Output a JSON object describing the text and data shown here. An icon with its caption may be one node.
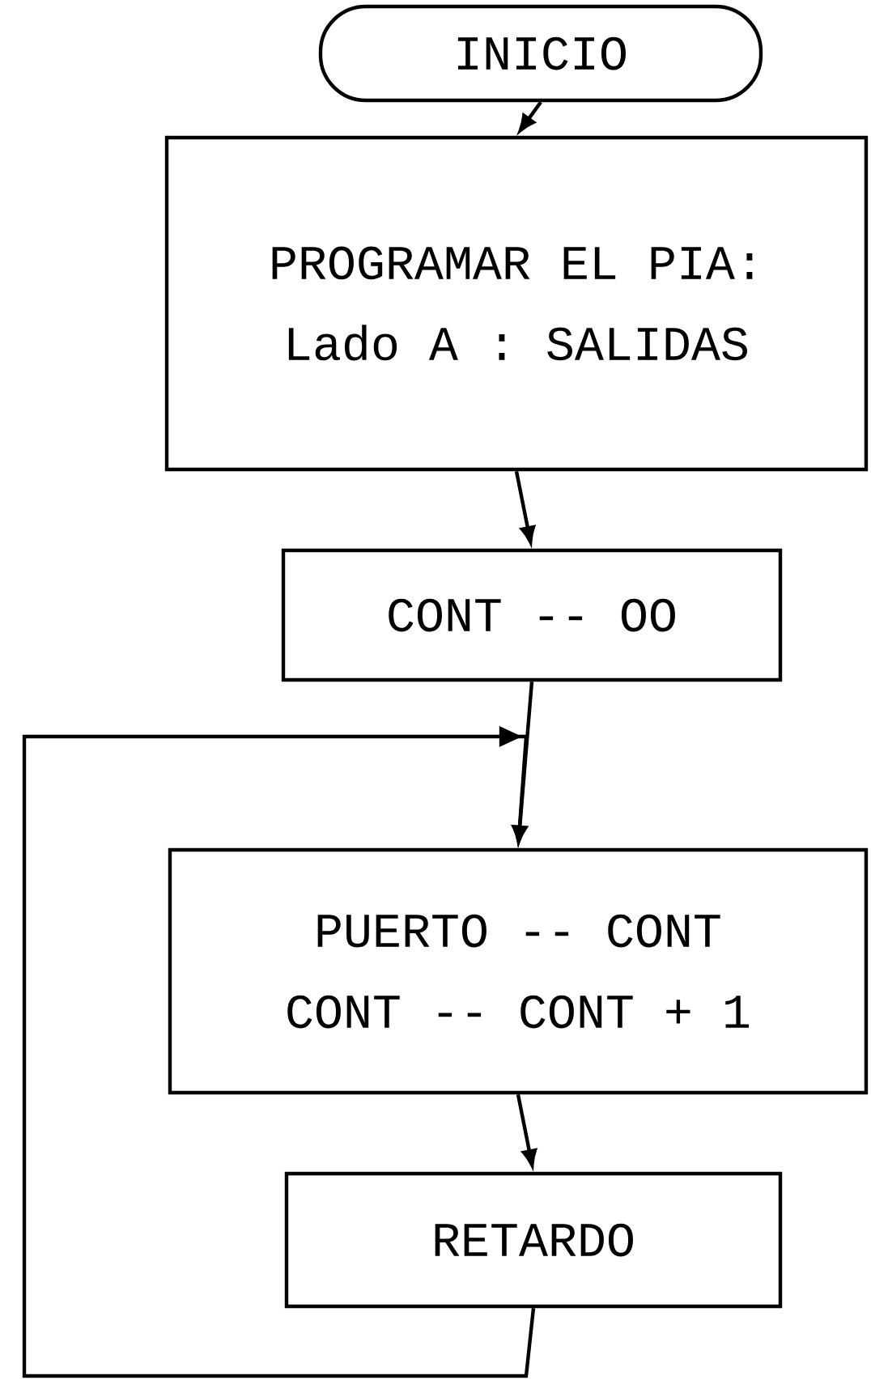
{
  "diagram": {
    "nodes": [
      {
        "text": [
          "INICIO"
        ]
      },
      {
        "text": [
          "PROGRAMAR EL PIA:",
          "Lado A : SALIDAS"
        ]
      },
      {
        "text": [
          "CONT -- OO"
        ]
      },
      {
        "text": [
          "PUERTO -- CONT",
          "CONT -- CONT + 1"
        ]
      },
      {
        "text": [
          "RETARDO"
        ]
      }
    ],
    "edges": [
      {
        "from": 0,
        "to": 1,
        "arrow": "to"
      },
      {
        "from": 1,
        "to": 2,
        "arrow": "to"
      },
      {
        "from": 2,
        "to": 3,
        "arrow": "to"
      },
      {
        "from": 3,
        "to": 4,
        "arrow": "to"
      },
      {
        "from": 4,
        "to": 3,
        "arrow": "to"
      }
    ]
  }
}
